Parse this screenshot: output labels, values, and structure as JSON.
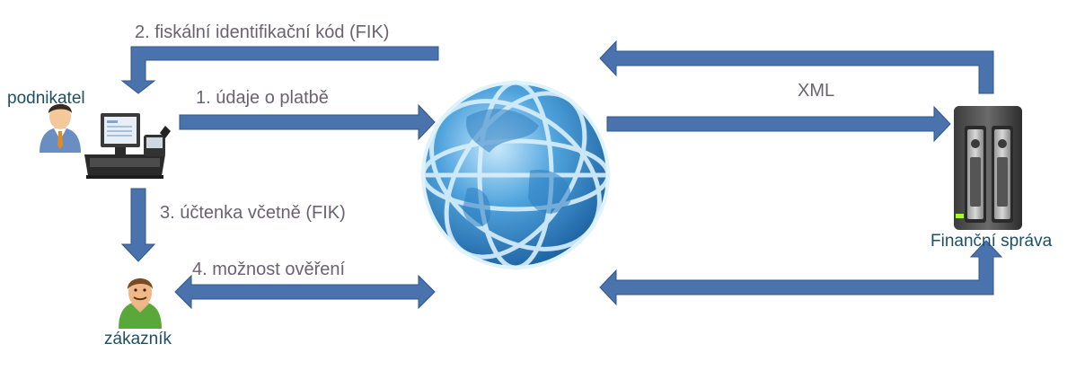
{
  "colors": {
    "arrow_fill": "#4a73ad",
    "arrow_stroke": "#2f558d",
    "flow_text": "#6b6270",
    "actor_text": "#1f4f63"
  },
  "actors": {
    "merchant": {
      "label": "podnikatel",
      "icon": "merchant-person-icon"
    },
    "register": {
      "icon": "cash-register-icon"
    },
    "customer": {
      "label": "zákazník",
      "icon": "customer-person-icon"
    },
    "internet": {
      "icon": "globe-icon"
    },
    "authority": {
      "label": "Finanční správa",
      "icon": "server-icon"
    }
  },
  "flows": {
    "step1": "1. údaje o platbě",
    "step2": "2. fiskální identifikační kód (FIK)",
    "step3": "3. účtenka včetně (FIK)",
    "step4": "4. možnost ověření",
    "xml": "XML"
  }
}
